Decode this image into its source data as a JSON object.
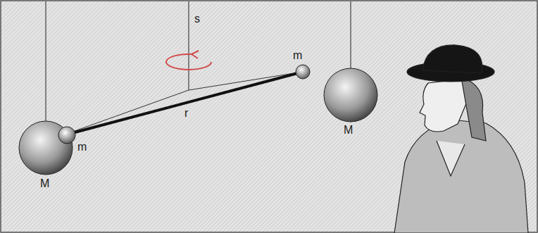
{
  "diagram": {
    "labels": [
      "s",
      "m",
      "r",
      "m",
      "M",
      "M"
    ]
  }
}
